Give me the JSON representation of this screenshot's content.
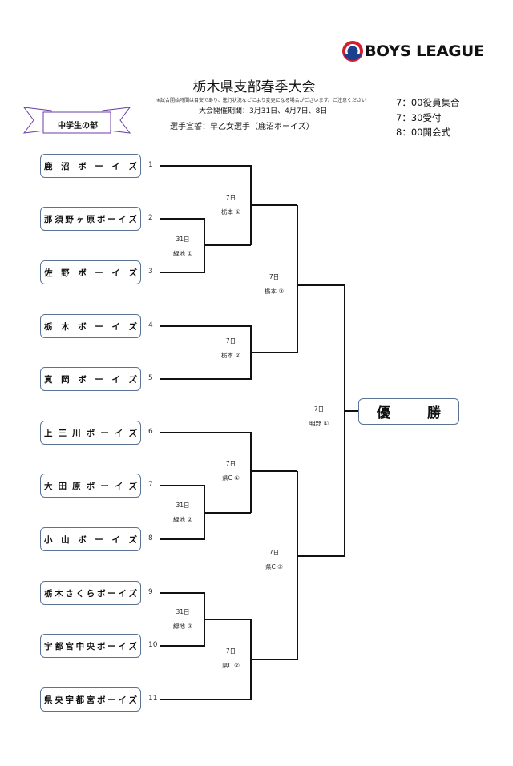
{
  "logo": {
    "text": "BOYS LEAGUE",
    "colors": {
      "red": "#d01f2e",
      "blue": "#1d3f8f"
    }
  },
  "header": {
    "title": "栃木県支部春季大会",
    "note": "※試合開始時間は目安であり、進行状況などにより変更になる場合がございます。ご注意ください",
    "period": "大会開催期間：3月31日、4月7日、8日",
    "oath": "選手宣誓：早乙女選手（鹿沼ボーイズ）",
    "division": "中学生の部"
  },
  "schedule": [
    "7：00役員集合",
    "7：30受付",
    "8：00開会式"
  ],
  "teams": [
    {
      "num": "1",
      "name": [
        "鹿",
        "沼",
        "ボ",
        "ー",
        "イ",
        "ズ"
      ]
    },
    {
      "num": "2",
      "name": [
        "那",
        "須",
        "野",
        "ヶ",
        "原",
        "ボ",
        "ー",
        "イ",
        "ズ"
      ]
    },
    {
      "num": "3",
      "name": [
        "佐",
        "野",
        "ボ",
        "ー",
        "イ",
        "ズ"
      ]
    },
    {
      "num": "4",
      "name": [
        "栃",
        "木",
        "ボ",
        "ー",
        "イ",
        "ズ"
      ]
    },
    {
      "num": "5",
      "name": [
        "真",
        "岡",
        "ボ",
        "ー",
        "イ",
        "ズ"
      ]
    },
    {
      "num": "6",
      "name": [
        "上",
        "三",
        "川",
        "ボ",
        "ー",
        "イ",
        "ズ"
      ]
    },
    {
      "num": "7",
      "name": [
        "大",
        "田",
        "原",
        "ボ",
        "ー",
        "イ",
        "ズ"
      ]
    },
    {
      "num": "8",
      "name": [
        "小",
        "山",
        "ボ",
        "ー",
        "イ",
        "ズ"
      ]
    },
    {
      "num": "9",
      "name": [
        "栃",
        "木",
        "さ",
        "く",
        "ら",
        "ボ",
        "ー",
        "イ",
        "ズ"
      ]
    },
    {
      "num": "10",
      "name": [
        "宇",
        "都",
        "宮",
        "中",
        "央",
        "ボ",
        "ー",
        "イ",
        "ズ"
      ]
    },
    {
      "num": "11",
      "name": [
        "県",
        "央",
        "宇",
        "都",
        "宮",
        "ボ",
        "ー",
        "イ",
        "ズ"
      ]
    }
  ],
  "matches": [
    {
      "day": "31日",
      "venue": "緑地 ①"
    },
    {
      "day": "7日",
      "venue": "栃本 ①"
    },
    {
      "day": "7日",
      "venue": "栃本 ②"
    },
    {
      "day": "7日",
      "venue": "栃本 ③"
    },
    {
      "day": "31日",
      "venue": "緑地 ②"
    },
    {
      "day": "7日",
      "venue": "県C ①"
    },
    {
      "day": "31日",
      "venue": "緑地 ③"
    },
    {
      "day": "7日",
      "venue": "県C ②"
    },
    {
      "day": "7日",
      "venue": "県C ③"
    },
    {
      "day": "7日",
      "venue": "明野 ①"
    }
  ],
  "champion": [
    "優",
    "勝"
  ]
}
